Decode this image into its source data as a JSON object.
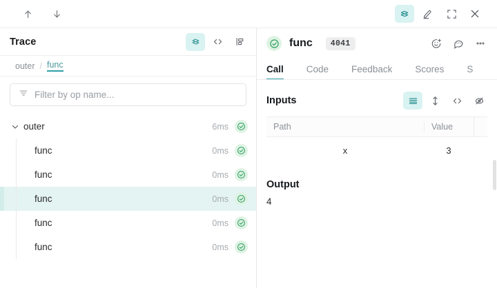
{
  "topbar": {
    "nav_prev": "up-arrow",
    "nav_next": "down-arrow",
    "actions": [
      {
        "name": "trace-tree-view",
        "icon": "layers-icon",
        "active": true
      },
      {
        "name": "annotate",
        "icon": "highlighter-pen-icon",
        "active": false
      },
      {
        "name": "fullscreen",
        "icon": "expand-icon",
        "active": false
      },
      {
        "name": "close",
        "icon": "close-icon",
        "active": false
      }
    ]
  },
  "trace": {
    "title": "Trace",
    "view_icons": [
      {
        "name": "tree-view",
        "icon": "layers-icon",
        "active": true
      },
      {
        "name": "code-view",
        "icon": "code-icon",
        "active": false
      },
      {
        "name": "flame-view",
        "icon": "flamegraph-icon",
        "active": false
      }
    ],
    "breadcrumb": {
      "items": [
        {
          "label": "outer",
          "active": false
        },
        {
          "label": "func",
          "active": true
        }
      ],
      "separator": "/"
    },
    "filter": {
      "placeholder": "Filter by op name...",
      "value": "",
      "icon": "filter-icon"
    },
    "rows": [
      {
        "label": "outer",
        "duration": "6ms",
        "depth": 0,
        "expanded": true,
        "selected": false,
        "status": "success"
      },
      {
        "label": "func",
        "duration": "0ms",
        "depth": 1,
        "selected": false,
        "status": "success"
      },
      {
        "label": "func",
        "duration": "0ms",
        "depth": 1,
        "selected": false,
        "status": "success"
      },
      {
        "label": "func",
        "duration": "0ms",
        "depth": 1,
        "selected": true,
        "status": "success"
      },
      {
        "label": "func",
        "duration": "0ms",
        "depth": 1,
        "selected": false,
        "status": "success"
      },
      {
        "label": "func",
        "duration": "0ms",
        "depth": 1,
        "selected": false,
        "status": "success"
      }
    ]
  },
  "call": {
    "status": "success",
    "title": "func",
    "badge": "4041",
    "header_icons": [
      {
        "name": "add-reaction",
        "icon": "emoji-plus-icon"
      },
      {
        "name": "add-comment",
        "icon": "comment-icon"
      },
      {
        "name": "more-options",
        "icon": "overflow-menu-icon"
      }
    ],
    "tabs": [
      {
        "label": "Call",
        "active": true
      },
      {
        "label": "Code",
        "active": false
      },
      {
        "label": "Feedback",
        "active": false
      },
      {
        "label": "Scores",
        "active": false
      },
      {
        "label": "S",
        "active": false
      }
    ],
    "inputs": {
      "title": "Inputs",
      "view_icons": [
        {
          "name": "table-view",
          "icon": "list-icon",
          "active": true
        },
        {
          "name": "expand-rows",
          "icon": "expand-vertical-icon",
          "active": false
        },
        {
          "name": "json-view",
          "icon": "code-icon",
          "active": false
        },
        {
          "name": "hide-empty",
          "icon": "eye-slash-icon",
          "active": false
        }
      ],
      "columns": [
        "Path",
        "Value"
      ],
      "rows": [
        {
          "path": "x",
          "value": "3"
        }
      ]
    },
    "output": {
      "title": "Output",
      "value": "4"
    }
  },
  "colors": {
    "accent": "#2e9fa8",
    "accent_bg": "#d9f2f2",
    "selected_row_bg": "#e4f4f2",
    "success": "#2f9e5f",
    "success_bg": "#dff3e4",
    "muted_text": "#8b9096"
  }
}
